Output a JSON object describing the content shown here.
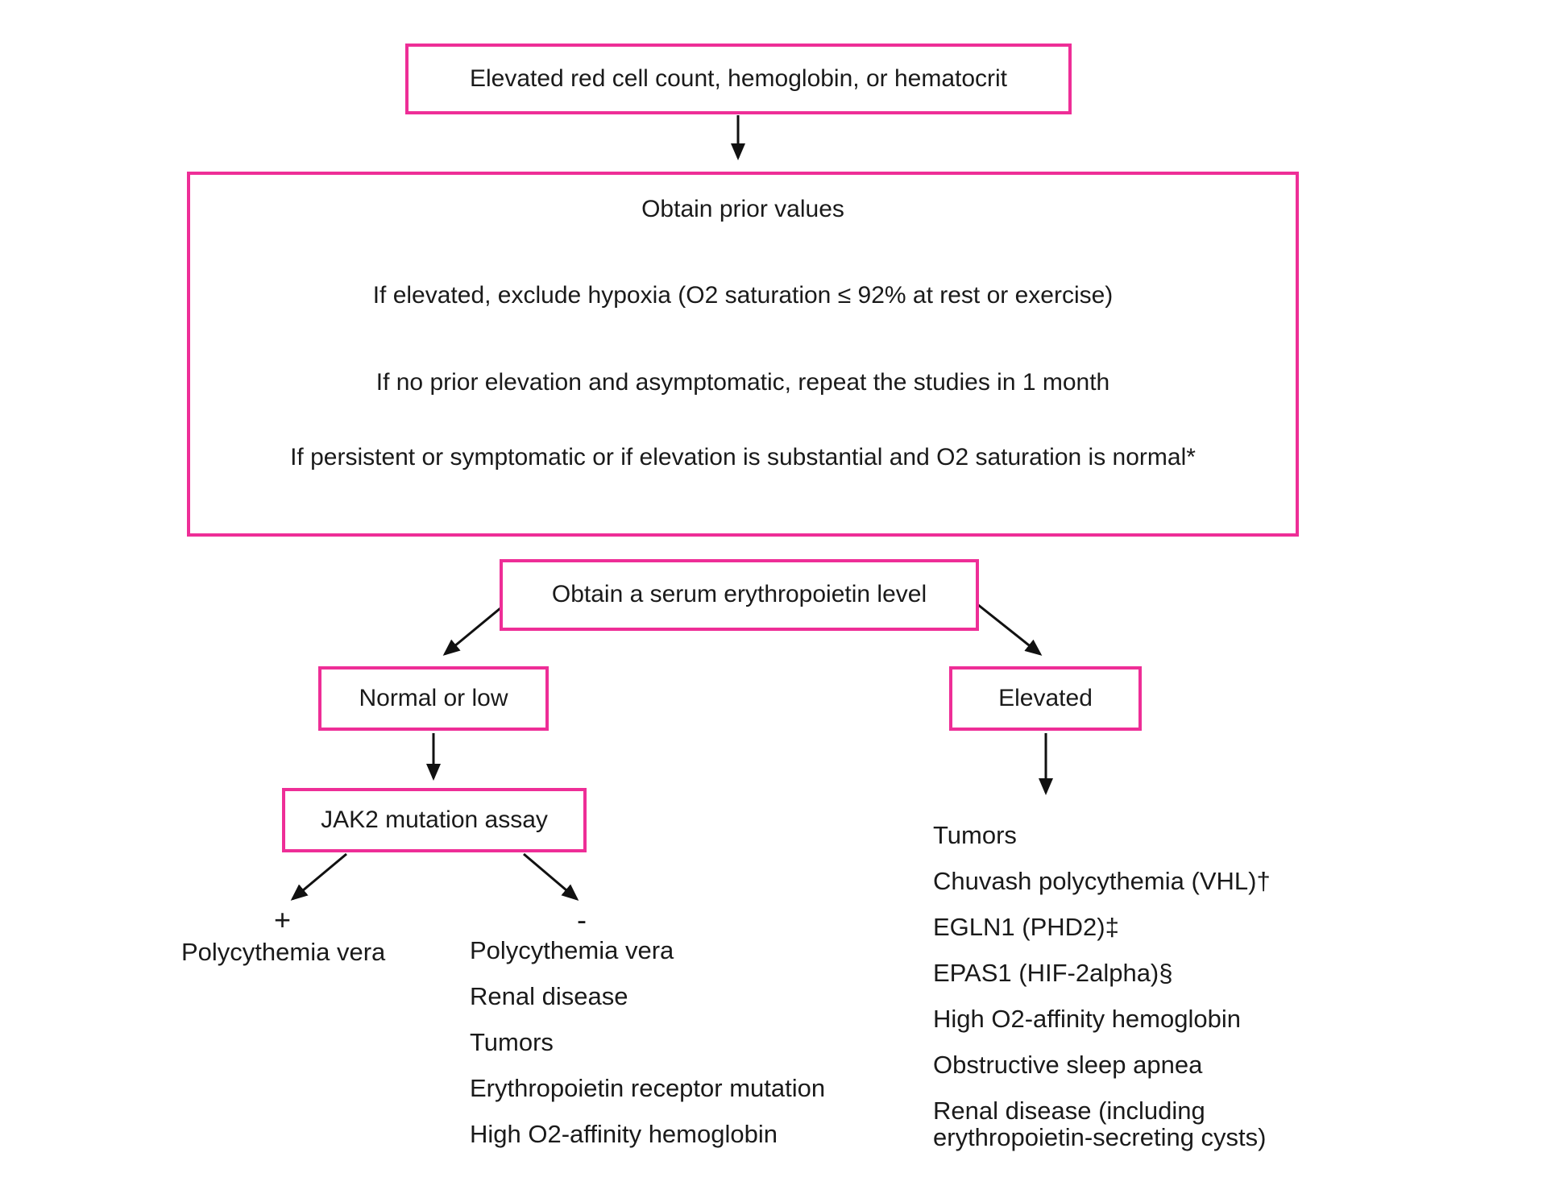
{
  "colors": {
    "box_border": "#EE2E97",
    "arrow": "#111111",
    "text": "#1a1a1a"
  },
  "flow": {
    "start": "Elevated red cell count, hemoglobin, or hematocrit",
    "workup_steps": [
      "Obtain prior values",
      "If elevated, exclude hypoxia (O2 saturation ≤ 92% at rest or exercise)",
      "If no prior elevation and asymptomatic, repeat the studies in 1 month",
      "If persistent or symptomatic or if elevation is substantial and O2 saturation is normal*"
    ],
    "epo_level": "Obtain a serum erythropoietin level",
    "epo_normal_or_low": "Normal or low",
    "epo_elevated": "Elevated",
    "jak2_assay": "JAK2 mutation assay",
    "jak2_positive_sign": "+",
    "jak2_negative_sign": "-",
    "jak2_positive_diagnosis": "Polycythemia vera",
    "jak2_negative_diagnoses": [
      "Polycythemia vera",
      "Renal disease",
      "Tumors",
      "Erythropoietin receptor mutation",
      "High O2-affinity hemoglobin"
    ],
    "epo_elevated_diagnoses": [
      "Tumors",
      "Chuvash polycythemia (VHL)†",
      "EGLN1 (PHD2)‡",
      "EPAS1 (HIF-2alpha)§",
      "High O2-affinity hemoglobin",
      "Obstructive sleep apnea",
      "Renal disease (including erythropoietin-secreting cysts)"
    ]
  }
}
